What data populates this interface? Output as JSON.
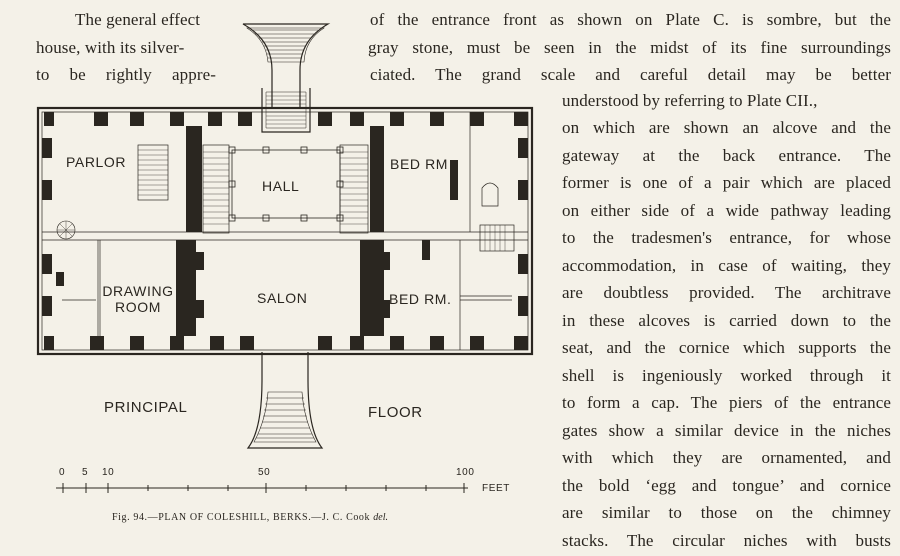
{
  "intro_lines": [
    {
      "left": "The general effect",
      "right": "of the entrance front as shown on Plate C. is sombre, but the"
    },
    {
      "left": "house, with its silver-",
      "right": "gray stone, must be seen in the midst of its fine surroundings"
    },
    {
      "left": "to be rightly appre-",
      "right": "ciated.  The grand scale and careful detail may be better"
    }
  ],
  "right_column_lines": [
    "understood by referring to Plate CII.,",
    "on which are shown an alcove and the",
    "gateway at the back entrance.  The",
    "former is one of a pair which are placed",
    "on either side of a wide pathway leading",
    "to the tradesmen's entrance, for whose",
    "accommodation, in case of waiting, they",
    "are doubtless provided.  The architrave",
    "in these alcoves is carried down to the",
    "seat, and the cornice which supports the",
    "shell is ingeniously worked through it",
    "to form a cap.  The piers of the entrance",
    "gates show a similar device in the niches",
    "with which they are ornamented, and",
    "the bold ‘egg and tongue’ and cornice",
    "are similar to those on the chimney",
    "stacks.  The circular niches with busts"
  ],
  "plan": {
    "rooms": {
      "parlor": "PARLOR",
      "hall": "HALL",
      "bed_rm_upper": "BED RM",
      "drawing_room": "DRAWING\nROOM",
      "salon": "SALON",
      "bed_rm_lower": "BED RM."
    },
    "principal": "PRINCIPAL",
    "floor": "FLOOR"
  },
  "scale_bar": {
    "ticks": [
      "0",
      "5",
      "10",
      "50",
      "100"
    ],
    "unit": "FEET"
  },
  "caption": {
    "text": "Fig. 94.—PLAN OF COLESHILL, BERKS.—J. C. Cook",
    "del": "del."
  },
  "colors": {
    "paper": "#f4f1e8",
    "ink": "#2a2620"
  }
}
